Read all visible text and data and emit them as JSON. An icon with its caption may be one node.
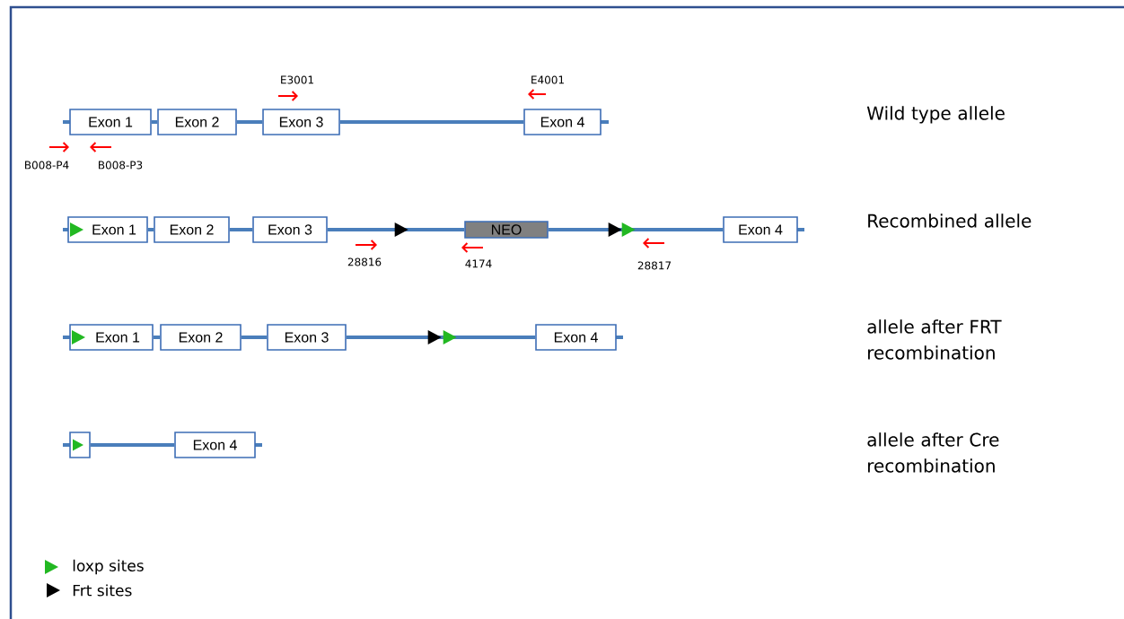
{
  "diagram": {
    "nodes": [
      {
        "text": [
          "Exon 1"
        ]
      },
      {
        "text": [
          "Exon 2"
        ]
      },
      {
        "text": [
          "Exon 3"
        ]
      },
      {
        "text": [
          "Exon 4"
        ]
      },
      {
        "text": [
          "Exon 1"
        ]
      },
      {
        "text": [
          "Exon 2"
        ]
      },
      {
        "text": [
          "Exon 3"
        ]
      },
      {
        "text": [
          "NEO"
        ]
      },
      {
        "text": [
          "Exon 4"
        ]
      },
      {
        "text": [
          "Exon 1"
        ]
      },
      {
        "text": [
          "Exon 2"
        ]
      },
      {
        "text": [
          "Exon 3"
        ]
      },
      {
        "text": [
          "Exon 4"
        ]
      },
      {
        "text": [],
        "shape": "box"
      },
      {
        "text": [
          "Exon 4"
        ]
      }
    ],
    "edges": [
      {
        "from": 0,
        "to": 1,
        "arrow": "none"
      },
      {
        "from": 1,
        "to": 2,
        "arrow": "none"
      },
      {
        "from": 2,
        "to": 3,
        "arrow": "none"
      },
      {
        "from": 4,
        "to": 5,
        "arrow": "none"
      },
      {
        "from": 5,
        "to": 6,
        "arrow": "none"
      },
      {
        "from": 6,
        "to": 7,
        "arrow": "to"
      },
      {
        "from": 7,
        "to": 8,
        "arrow": "to"
      },
      {
        "from": 9,
        "to": 10,
        "arrow": "none"
      },
      {
        "from": 10,
        "to": 11,
        "arrow": "none"
      },
      {
        "from": 11,
        "to": 12,
        "arrow": "to"
      },
      {
        "from": 13,
        "to": 14,
        "arrow": "none"
      }
    ],
    "labels": [
      "E3001",
      "E4001",
      "Wild type allele",
      "B008-P4",
      "B008-P3",
      "Recombined allele",
      "28816",
      "4174",
      "28817",
      "allele after FRT recombination",
      "allele after Cre recombination"
    ],
    "legend": [
      {
        "text": "loxp sites"
      },
      {
        "text": "Frt sites"
      }
    ]
  }
}
